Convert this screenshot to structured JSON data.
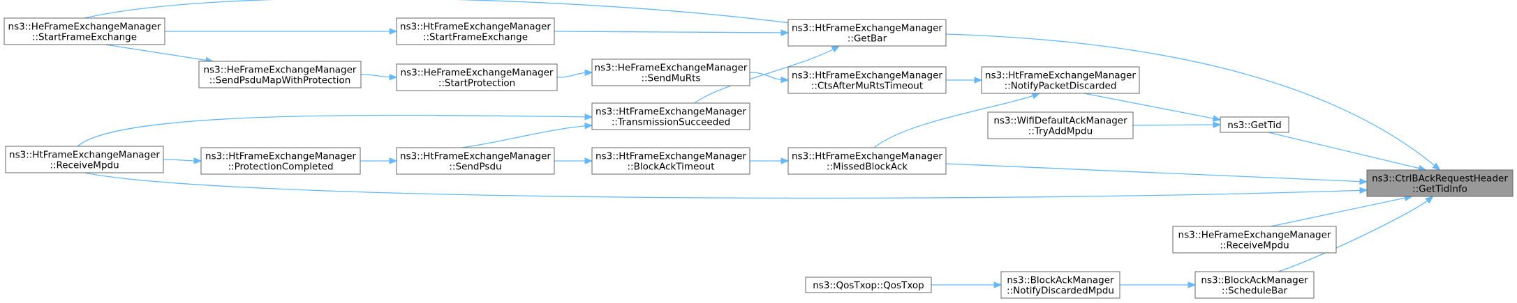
{
  "title": "ns3::CtrlBAckRequestHeader::GetTidInfo caller graph",
  "colors": {
    "edge": "#63b8ff",
    "node_border": "#666666",
    "root_fill": "#999999",
    "node_fill": "#ffffff"
  },
  "nodes": [
    {
      "id": "root",
      "lines": [
        "ns3::CtrlBAckRequestHeader",
        "::GetTidInfo"
      ],
      "root": true
    },
    {
      "id": "gettid",
      "lines": [
        "ns3::GetTid"
      ]
    },
    {
      "id": "ht_getbar",
      "lines": [
        "ns3::HtFrameExchangeManager",
        "::GetBar"
      ]
    },
    {
      "id": "ht_missedblockack",
      "lines": [
        "ns3::HtFrameExchangeManager",
        "::MissedBlockAck"
      ]
    },
    {
      "id": "he_receivempdu",
      "lines": [
        "ns3::HeFrameExchangeManager",
        "::ReceiveMpdu"
      ]
    },
    {
      "id": "bam_schedulebar",
      "lines": [
        "ns3::BlockAckManager",
        "::ScheduleBar"
      ]
    },
    {
      "id": "ht_receivempdu",
      "lines": [
        "ns3::HtFrameExchangeManager",
        "::ReceiveMpdu"
      ]
    },
    {
      "id": "ht_notifypacketdiscarded",
      "lines": [
        "ns3::HtFrameExchangeManager",
        "::NotifyPacketDiscarded"
      ]
    },
    {
      "id": "wifidefault_tryaddmpdu",
      "lines": [
        "ns3::WifiDefaultAckManager",
        "::TryAddMpdu"
      ]
    },
    {
      "id": "he_startframeexchange",
      "lines": [
        "ns3::HeFrameExchangeManager",
        "::StartFrameExchange"
      ]
    },
    {
      "id": "ht_startframeexchange",
      "lines": [
        "ns3::HtFrameExchangeManager",
        "::StartFrameExchange"
      ]
    },
    {
      "id": "he_sendmurts",
      "lines": [
        "ns3::HeFrameExchangeManager",
        "::SendMuRts"
      ]
    },
    {
      "id": "ht_transmissionsucceeded",
      "lines": [
        "ns3::HtFrameExchangeManager",
        "::TransmissionSucceeded"
      ]
    },
    {
      "id": "he_startprotection",
      "lines": [
        "ns3::HeFrameExchangeManager",
        "::StartProtection"
      ]
    },
    {
      "id": "he_sendpsdumap",
      "lines": [
        "ns3::HeFrameExchangeManager",
        "::SendPsduMapWithProtection"
      ]
    },
    {
      "id": "ht_ctsaftermurtstimeout",
      "lines": [
        "ns3::HtFrameExchangeManager",
        "::CtsAfterMuRtsTimeout"
      ]
    },
    {
      "id": "ht_blockacktimeout",
      "lines": [
        "ns3::HtFrameExchangeManager",
        "::BlockAckTimeout"
      ]
    },
    {
      "id": "ht_sendpsdu",
      "lines": [
        "ns3::HtFrameExchangeManager",
        "::SendPsdu"
      ]
    },
    {
      "id": "ht_protectioncompleted",
      "lines": [
        "ns3::HtFrameExchangeManager",
        "::ProtectionCompleted"
      ]
    },
    {
      "id": "bam_notifydiscardedmpdu",
      "lines": [
        "ns3::BlockAckManager",
        "::NotifyDiscardedMpdu"
      ]
    },
    {
      "id": "qostxop",
      "lines": [
        "ns3::QosTxop::QosTxop"
      ]
    }
  ],
  "edges": [
    [
      "gettid",
      "root"
    ],
    [
      "ht_getbar",
      "root"
    ],
    [
      "ht_missedblockack",
      "root"
    ],
    [
      "he_receivempdu",
      "root"
    ],
    [
      "bam_schedulebar",
      "root"
    ],
    [
      "ht_receivempdu",
      "root"
    ],
    [
      "ht_notifypacketdiscarded",
      "gettid"
    ],
    [
      "wifidefault_tryaddmpdu",
      "gettid"
    ],
    [
      "he_startframeexchange",
      "ht_getbar"
    ],
    [
      "ht_startframeexchange",
      "ht_getbar"
    ],
    [
      "ht_transmissionsucceeded",
      "ht_getbar"
    ],
    [
      "ht_ctsaftermurtstimeout",
      "ht_notifypacketdiscarded"
    ],
    [
      "ht_missedblockack",
      "ht_notifypacketdiscarded"
    ],
    [
      "ht_blockacktimeout",
      "ht_missedblockack"
    ],
    [
      "he_startframeexchange",
      "ht_startframeexchange"
    ],
    [
      "he_sendmurts",
      "ht_ctsaftermurtstimeout"
    ],
    [
      "ht_sendpsdu",
      "ht_transmissionsucceeded"
    ],
    [
      "ht_sendpsdu",
      "ht_blockacktimeout"
    ],
    [
      "he_startprotection",
      "he_sendmurts"
    ],
    [
      "he_sendpsdumap",
      "he_startprotection"
    ],
    [
      "he_startframeexchange",
      "he_sendpsdumap"
    ],
    [
      "ht_receivempdu",
      "ht_transmissionsucceeded"
    ],
    [
      "ht_protectioncompleted",
      "ht_sendpsdu"
    ],
    [
      "ht_receivempdu",
      "ht_protectioncompleted"
    ],
    [
      "bam_notifydiscardedmpdu",
      "bam_schedulebar"
    ],
    [
      "qostxop",
      "bam_notifydiscardedmpdu"
    ]
  ]
}
